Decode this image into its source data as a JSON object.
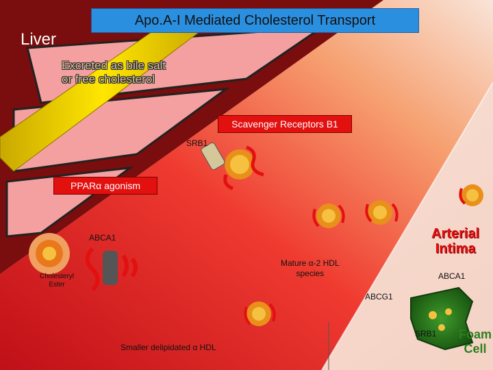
{
  "diagram": {
    "title": "Apo.A-I Mediated Cholesterol Transport",
    "liver_label": "Liver",
    "bile_label": "Excreted as bile salt or free cholesterol",
    "scavenger_label": "Scavenger Receptors B1",
    "srb1_top": "SRB1",
    "ppar_label": "PPARα agonism",
    "abca1_left": "ABCA1",
    "cholesteryl_ester_line1": "Cholesteryl",
    "cholesteryl_ester_line2": "Ester",
    "arterial_intima_line1": "Arterial",
    "arterial_intima_line2": "Intima",
    "mature_hdl_line1": "Mature α-2 HDL",
    "mature_hdl_line2": "species",
    "abca1_right": "ABCA1",
    "abcg1": "ABCG1",
    "srb1_bottom": "SRB1",
    "foam_line1": "Foam",
    "foam_line2": "Cell",
    "smaller_hdl": "Smaller delipidated α HDL"
  },
  "colors": {
    "liver_dark": "#7a0d0d",
    "liver_cell": "#f4a0a0",
    "bile_yellow": "#f2d400",
    "blood_red": "#e8252a",
    "intima_light": "#f6dcd2",
    "label_red": "#e31010",
    "title_blue": "#2b8fe0",
    "foam_green": "#2e7d1e",
    "hdl_orange": "#e8901a"
  }
}
